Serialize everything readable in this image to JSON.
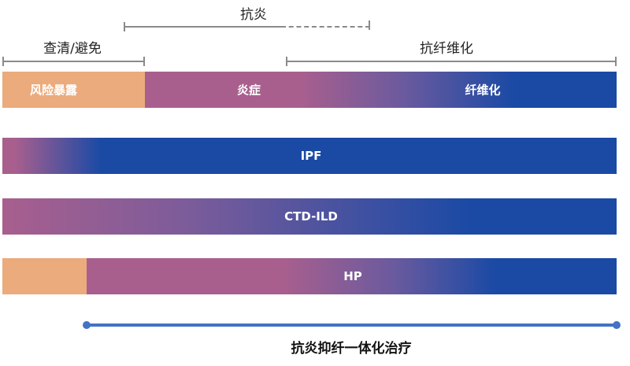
{
  "brackets": {
    "anti_inflammatory": "抗炎",
    "screen_avoid": "查清/避免",
    "anti_fibrosis": "抗纤维化"
  },
  "stages": {
    "risk": "风险暴露",
    "inflammation": "炎症",
    "fibrosis": "纤维化"
  },
  "diseases": [
    "IPF",
    "CTD-ILD",
    "HP"
  ],
  "therapy": "抗炎抑纤一体化治疗",
  "colors": {
    "orange": "#ebab7c",
    "purple": "#a85f8e",
    "blue": "#1b4aa5",
    "line": "#4472c4"
  }
}
